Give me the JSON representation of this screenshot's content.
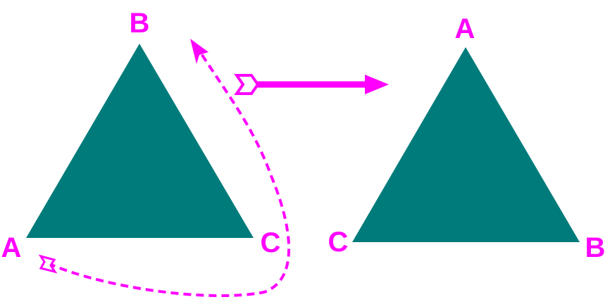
{
  "colors": {
    "triangle_fill": "#007b7b",
    "accent": "#ff00ff",
    "background": "#ffffff"
  },
  "original_triangle": {
    "top_label": "B",
    "left_label": "A",
    "right_label": "C"
  },
  "rotated_triangle": {
    "top_label": "A",
    "left_label": "C",
    "right_label": "B"
  },
  "icons": {
    "rotation_arrow": "dashed-curved-arrow-icon",
    "transform_arrow": "right-arrow-icon"
  }
}
